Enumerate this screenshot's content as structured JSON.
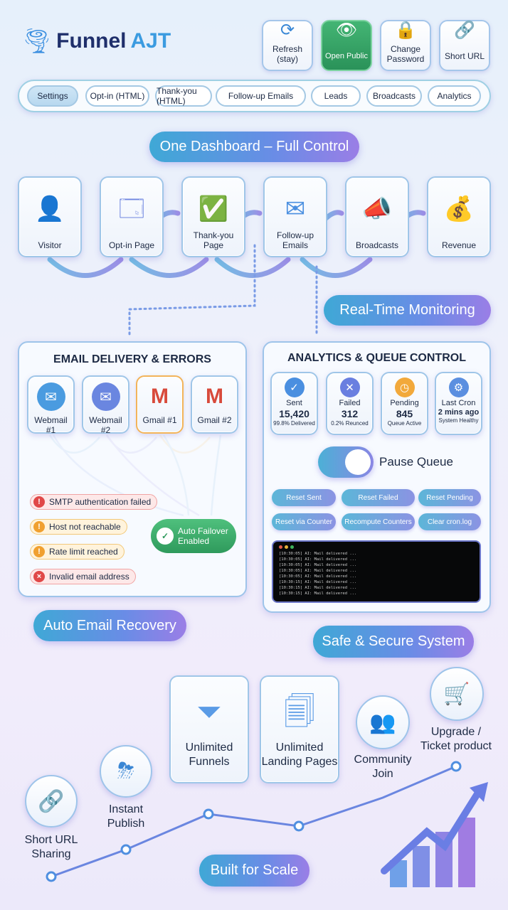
{
  "brand": {
    "name_part1": "Funnel",
    "name_part2": "AJT"
  },
  "toolbar": [
    {
      "label": "Refresh (stay)",
      "icon": "refresh-icon"
    },
    {
      "label": "Open Public",
      "icon": "eye-globe-icon"
    },
    {
      "label": "Change Password",
      "icon": "lock-key-icon"
    },
    {
      "label": "Short URL",
      "icon": "link-icon"
    }
  ],
  "tabs": [
    "Settings",
    "Opt-in (HTML)",
    "Thank-you (HTML)",
    "Follow-up Emails",
    "Leads",
    "Broadcasts",
    "Analytics"
  ],
  "banners": {
    "dashboard": "One Dashboard – Full Control",
    "monitoring": "Real-Time Monitoring",
    "recovery": "Auto Email Recovery",
    "secure": "Safe & Secure System",
    "scale": "Built for Scale"
  },
  "flow": [
    "Visitor",
    "Opt-in Page",
    "Thank-you Page",
    "Follow-up Emails",
    "Broadcasts",
    "Revenue"
  ],
  "email_panel": {
    "title": "EMAIL DELIVERY & ERRORS",
    "accounts": [
      "Webmail #1",
      "Webmail #2",
      "Gmail #1",
      "Gmail #2"
    ],
    "errors": [
      "SMTP authentication failed",
      "Host not reachable",
      "Rate limit reached",
      "Invalid email address"
    ],
    "failover": "Auto Failover Enabled"
  },
  "analytics_panel": {
    "title": "ANALYTICS & QUEUE CONTROL",
    "stats": [
      {
        "label": "Sent",
        "value": "15,420",
        "sub": "99.8% Delivered",
        "color": "#4a8fe0"
      },
      {
        "label": "Failed",
        "value": "312",
        "sub": "0.2% Reunced",
        "color": "#6a7fe0"
      },
      {
        "label": "Pending",
        "value": "845",
        "sub": "Queue Active",
        "color": "#f2a93b"
      },
      {
        "label": "Last Cron",
        "value": "2 mins ago",
        "sub": "System Healthy",
        "color": "#5b8fe0"
      }
    ],
    "toggle_label": "Pause Queue",
    "buttons": [
      "Reset Sent",
      "Reset Failed",
      "Reset Pending",
      "Reset via Counter",
      "Recompute Counters",
      "Clear cron.log"
    ],
    "log": [
      "[10:30:05] AI: Mail delivered ...",
      "[10:30:05] AI: Mail delivered ...",
      "[10:30:05] AI: Mail delivered ...",
      "[10:30:05] AI: Mail delivered ...",
      "[10:30:05] AI: Mail delivered ...",
      "[10:30:15] AI: Mail delivered ...",
      "[10:30:15] AI: Mail delivered ...",
      "[10:30:15] AI: Mail delivered ..."
    ]
  },
  "scale": {
    "items": [
      "Short URL\nSharing",
      "Instant\nPublish",
      "Unlimited\nFunnels",
      "Unlimited\nLanding Pages",
      "Community\nJoin",
      "Upgrade /\nTicket product"
    ]
  }
}
